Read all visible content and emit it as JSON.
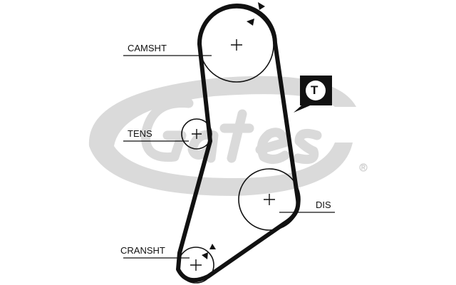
{
  "labels": {
    "camshaft": "CAMSHT",
    "tensioner": "TENS",
    "distributor": "DIS",
    "crankshaft": "CRANSHT"
  },
  "tensioner_badge": "T",
  "watermark": {
    "brand": "Gates",
    "registered": "®"
  },
  "colors": {
    "belt": "#111111",
    "watermark": "#d9d9d9"
  }
}
